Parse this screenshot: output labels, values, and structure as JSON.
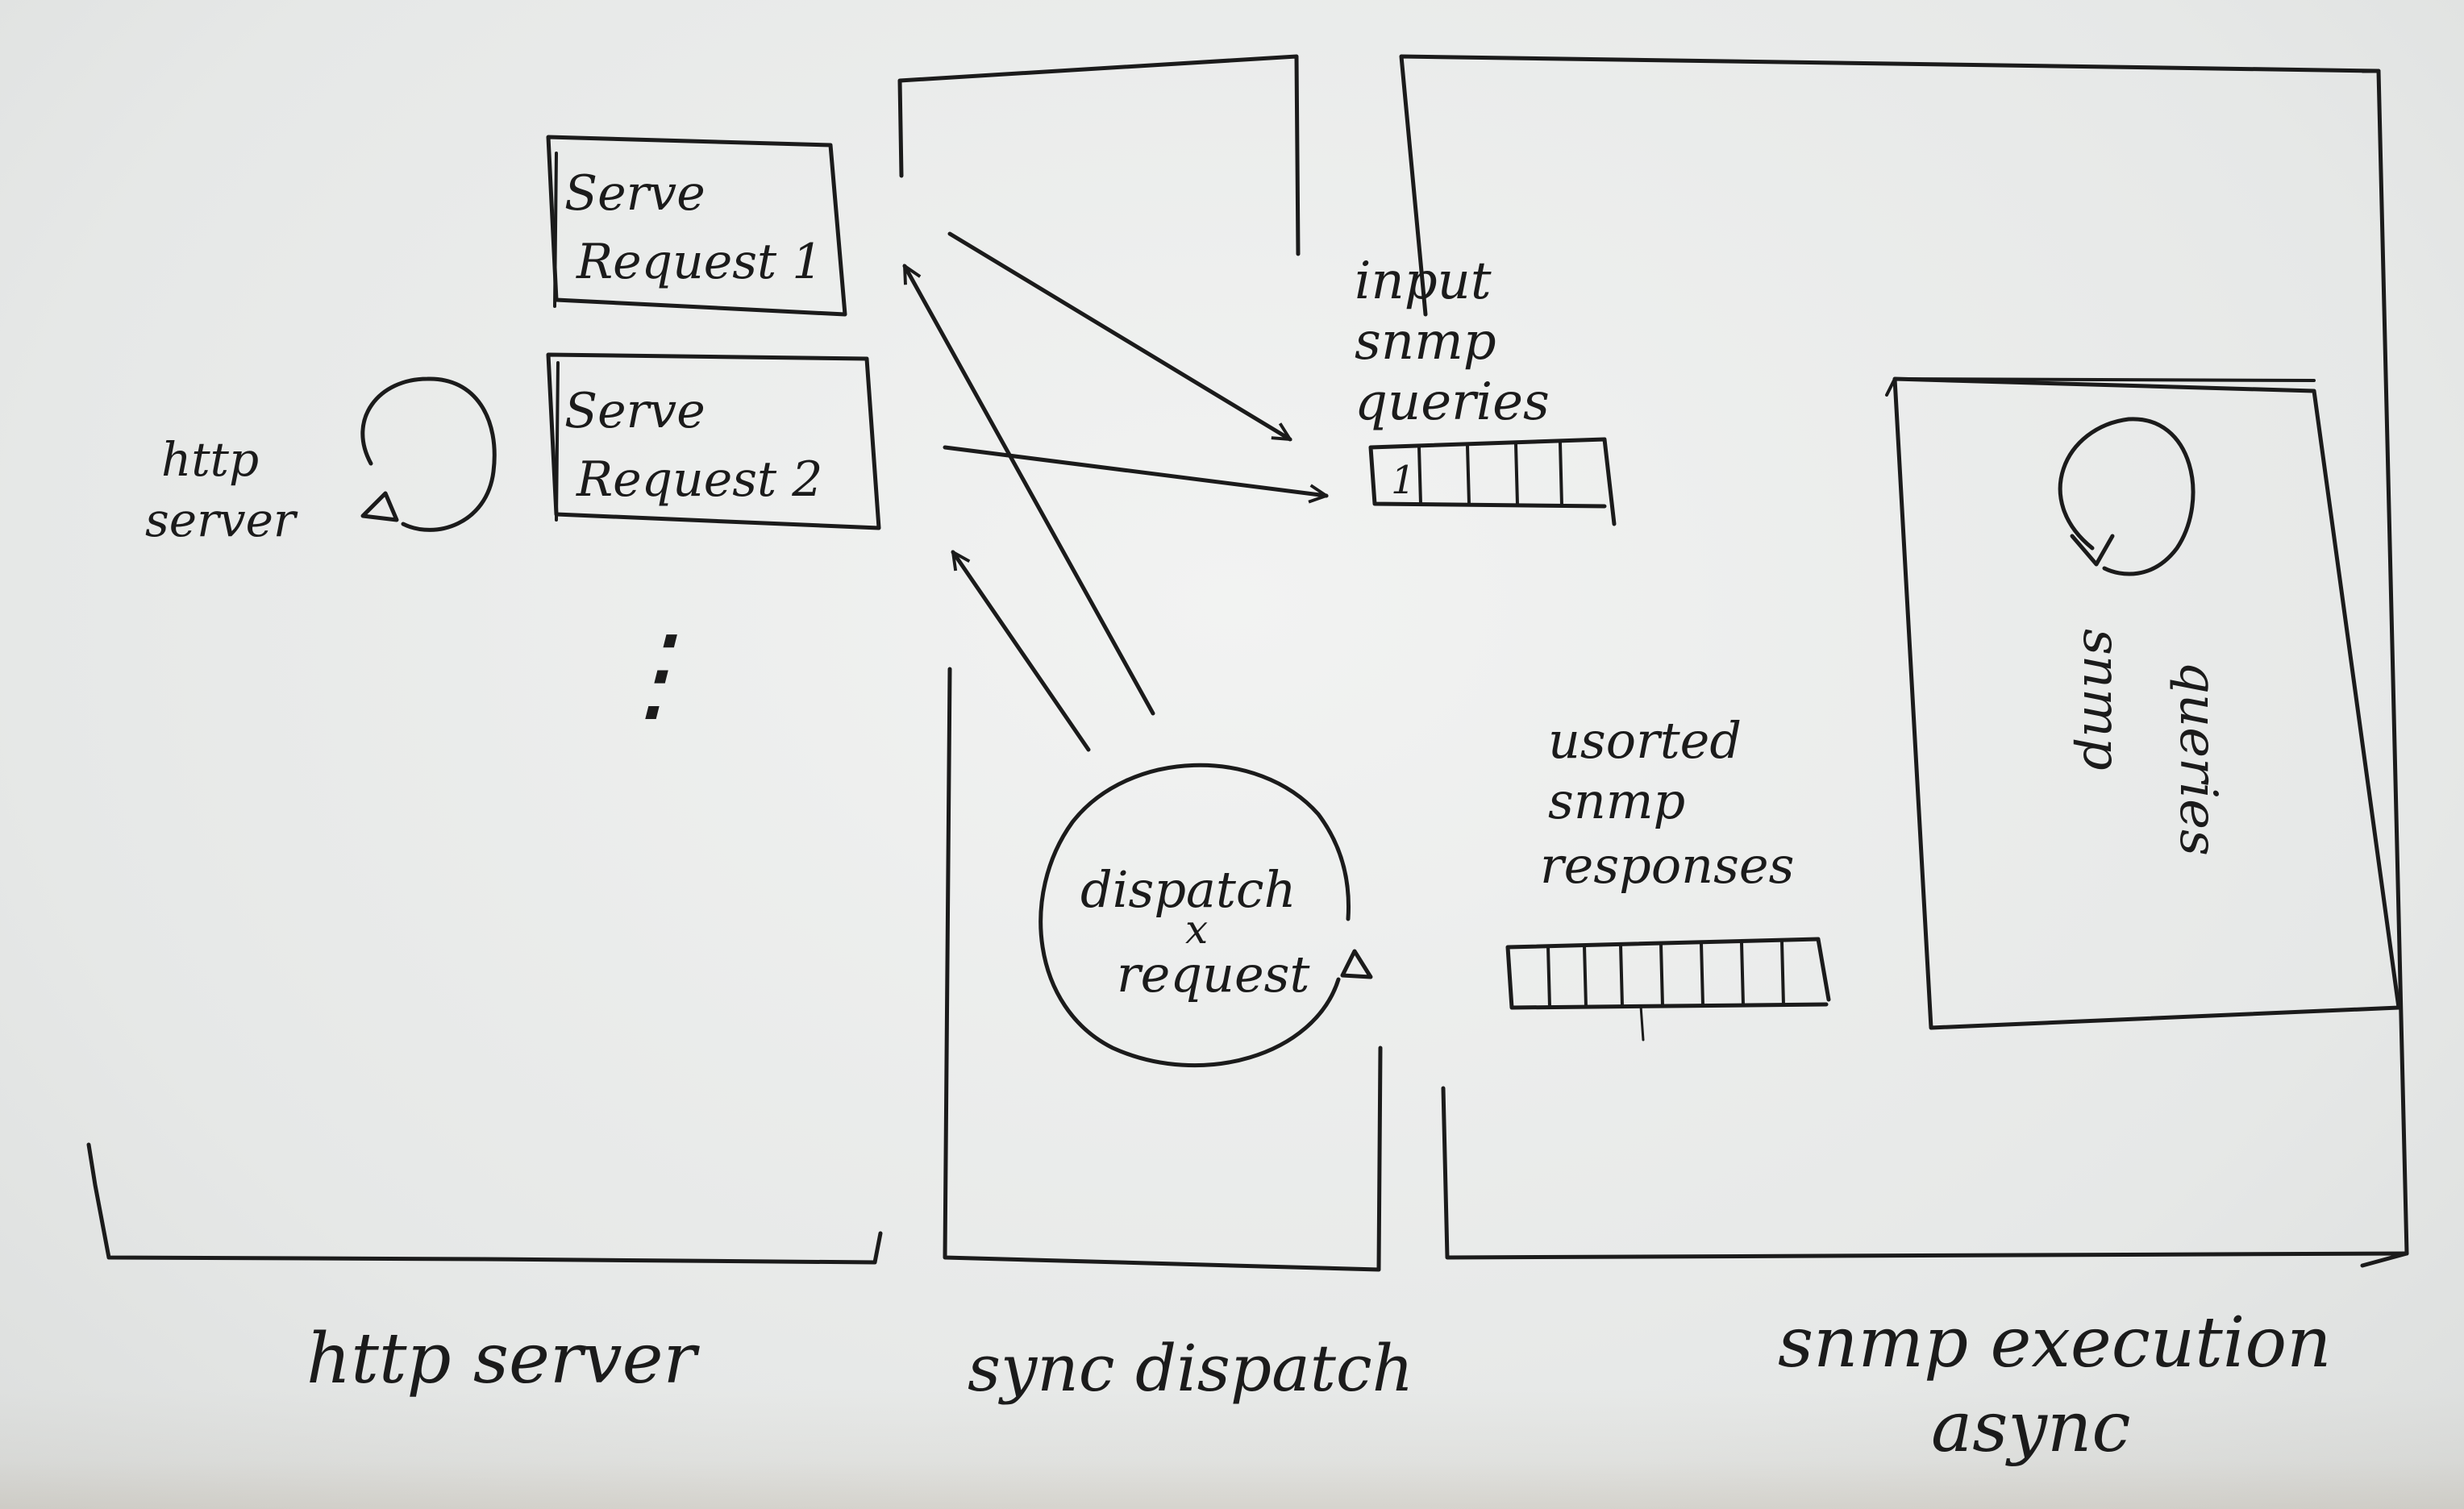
{
  "sections": {
    "http": "http server",
    "dispatch": "sync dispatch",
    "execution_line1": "snmp execution",
    "execution_line2": "async"
  },
  "http_loop_label": {
    "line1": "http",
    "line2": "server"
  },
  "requests": [
    {
      "line1": "Serve",
      "line2": "Request 1"
    },
    {
      "line1": "Serve",
      "line2": "Request 2"
    }
  ],
  "continuation": "⋮",
  "dispatch_loop": {
    "line1": "dispatch",
    "line2": "x",
    "line3": "request"
  },
  "input_queue": {
    "line1": "input",
    "line2": "snmp",
    "line3": "queries",
    "first_cell": "1"
  },
  "response_queue": {
    "line1": "usorted",
    "line2": "snmp",
    "line3": "responses"
  },
  "snmp_loop": {
    "line1": "snmp",
    "line2": "queries"
  },
  "colors": {
    "ink": "#1b1b1b",
    "paper": "#eceeed"
  }
}
